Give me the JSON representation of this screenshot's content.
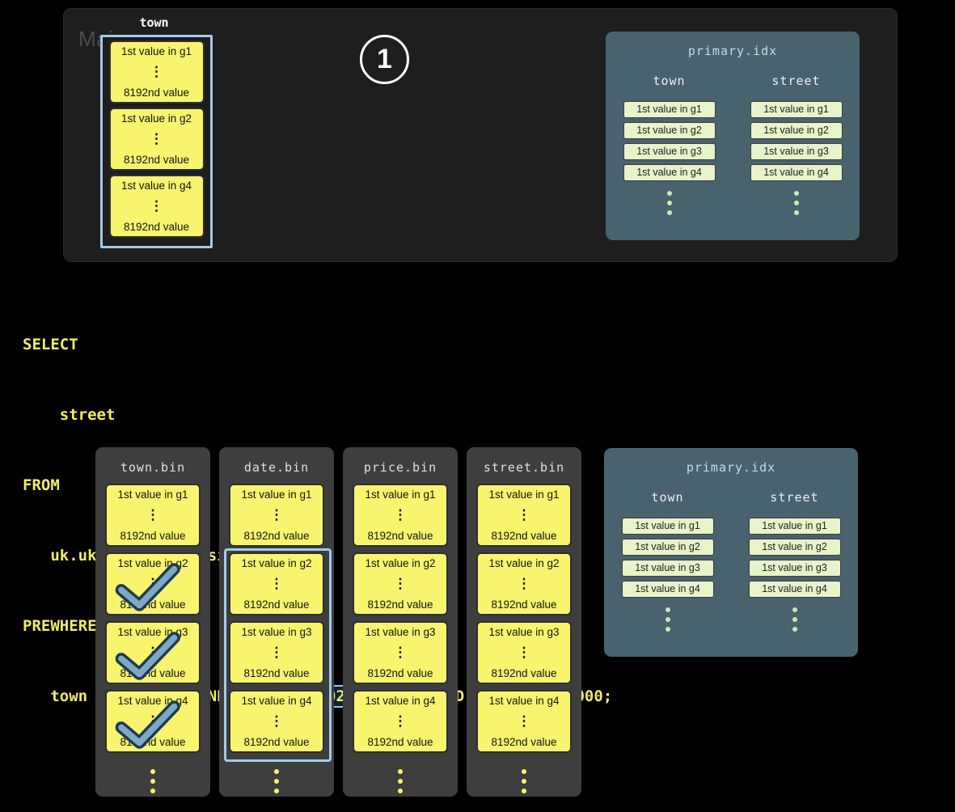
{
  "colors": {
    "background": "#000000",
    "memory_panel": "#1e1e1e",
    "bin_panel": "#3e3e3e",
    "primary_idx_panel": "#48626e",
    "granule_yellow": "#f8f46d",
    "index_entry_green": "#e7f3c9",
    "highlight_blue": "#a3cbe5",
    "sql_yellow": "#f0ed68",
    "check_blue": "#7ea9c6"
  },
  "ellipsis": "⋮",
  "main_memory": {
    "label": "Main memory",
    "step_badge": "1",
    "column": {
      "header": "town",
      "granules": [
        {
          "top": "1st value in g1",
          "bottom": "8192nd value"
        },
        {
          "top": "1st value in g2",
          "bottom": "8192nd value"
        },
        {
          "top": "1st value in g4",
          "bottom": "8192nd value"
        }
      ]
    }
  },
  "primary_idx": {
    "title": "primary.idx",
    "columns": [
      {
        "header": "town",
        "entries": [
          "1st value in g1",
          "1st value in g2",
          "1st value in g3",
          "1st value in g4"
        ]
      },
      {
        "header": "street",
        "entries": [
          "1st value in g1",
          "1st value in g2",
          "1st value in g3",
          "1st value in g4"
        ]
      }
    ]
  },
  "query": {
    "lines": [
      "SELECT",
      "    street",
      "FROM",
      "   uk.uk_price_paid_simple",
      "PREWHERE"
    ],
    "where_line": {
      "pre": "   town = 'LONDON' AND ",
      "highlighted": "date > '2024-12-31'",
      "post": " AND price < 10_000;"
    }
  },
  "bins": [
    {
      "title": "town.bin",
      "granules": [
        {
          "top": "1st value in g1",
          "bottom": "8192nd value"
        },
        {
          "top": "1st value in g2",
          "bottom": "8192nd value"
        },
        {
          "top": "1st value in g3",
          "bottom": "8192nd value"
        },
        {
          "top": "1st value in g4",
          "bottom": "8192nd value"
        }
      ]
    },
    {
      "title": "date.bin",
      "granules": [
        {
          "top": "1st value in g1",
          "bottom": "8192nd value"
        },
        {
          "top": "1st value in g2",
          "bottom": "8192nd value"
        },
        {
          "top": "1st value in g3",
          "bottom": "8192nd value"
        },
        {
          "top": "1st value in g4",
          "bottom": "8192nd value"
        }
      ]
    },
    {
      "title": "price.bin",
      "granules": [
        {
          "top": "1st value in g1",
          "bottom": "8192nd value"
        },
        {
          "top": "1st value in g2",
          "bottom": "8192nd value"
        },
        {
          "top": "1st value in g3",
          "bottom": "8192nd value"
        },
        {
          "top": "1st value in g4",
          "bottom": "8192nd value"
        }
      ]
    },
    {
      "title": "street.bin",
      "granules": [
        {
          "top": "1st value in g1",
          "bottom": "8192nd value"
        },
        {
          "top": "1st value in g2",
          "bottom": "8192nd value"
        },
        {
          "top": "1st value in g3",
          "bottom": "8192nd value"
        },
        {
          "top": "1st value in g4",
          "bottom": "8192nd value"
        }
      ]
    }
  ]
}
